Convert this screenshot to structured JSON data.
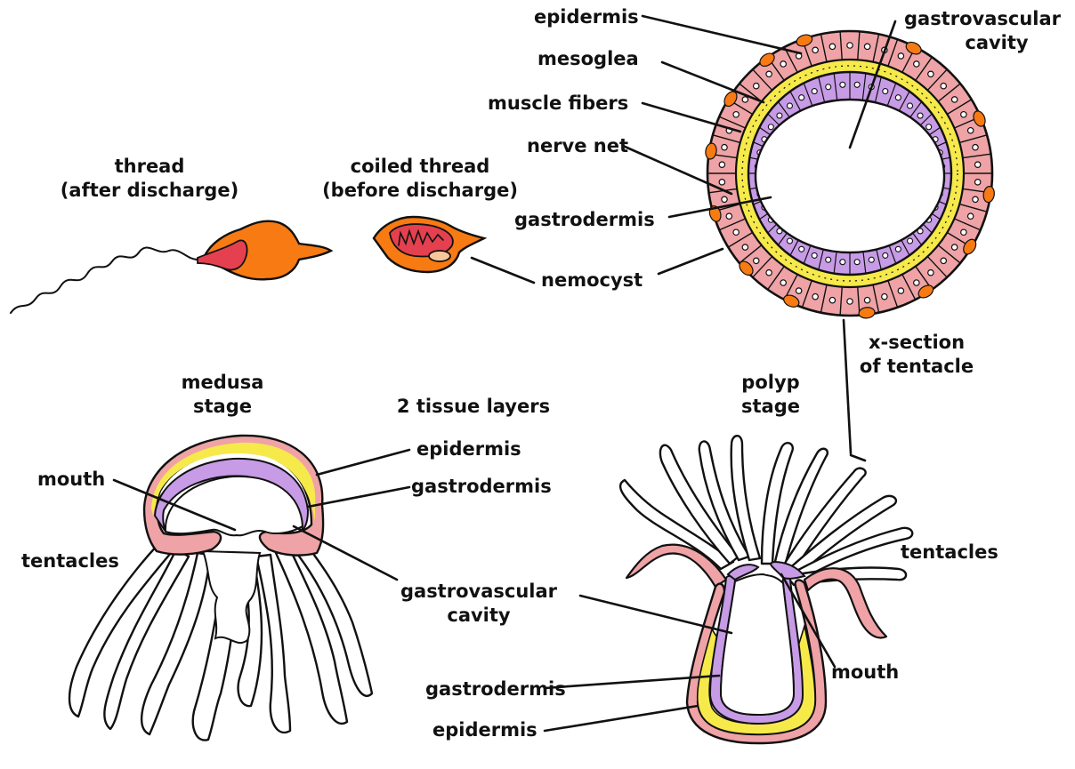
{
  "colors": {
    "epidermis_pink": "#EFA3A6",
    "mesoglea_yellow": "#F6E94A",
    "gastrodermis_purple": "#C79BE6",
    "nemocyst_orange": "#F77A12",
    "thread_red": "#E5404F",
    "cavity_white": "#FFFFFF",
    "outline": "#111111"
  },
  "nemocyst": {
    "thread_after_line1": "thread",
    "thread_after_line2": "(after discharge)",
    "coiled_line1": "coiled thread",
    "coiled_line2": "(before discharge)",
    "label": "nemocyst"
  },
  "tentacle_section": {
    "epidermis": "epidermis",
    "mesoglea": "mesoglea",
    "muscle_fibers": "muscle fibers",
    "nerve_net": "nerve net",
    "gastrodermis": "gastrodermis",
    "cavity_line1": "gastrovascular",
    "cavity_line2": "cavity",
    "xsection_line1": "x-section",
    "xsection_line2": "of tentacle"
  },
  "medusa": {
    "stage_line1": "medusa",
    "stage_line2": "stage",
    "tissue_layers": "2 tissue layers",
    "epidermis": "epidermis",
    "gastrodermis": "gastrodermis",
    "mouth": "mouth",
    "tentacles": "tentacles",
    "cavity_line1": "gastrovascular",
    "cavity_line2": "cavity"
  },
  "polyp": {
    "stage_line1": "polyp",
    "stage_line2": "stage",
    "tentacles": "tentacles",
    "mouth": "mouth",
    "gastrodermis": "gastrodermis",
    "epidermis": "epidermis"
  }
}
